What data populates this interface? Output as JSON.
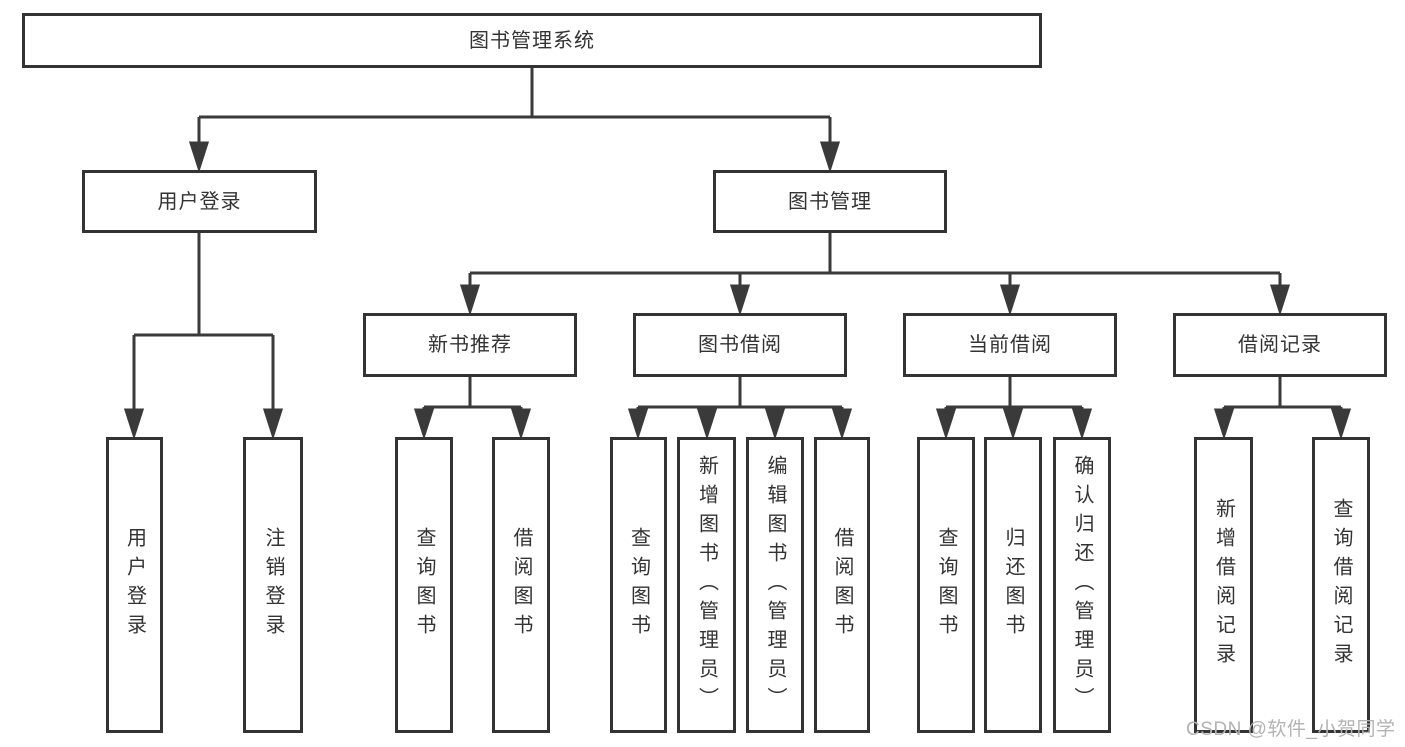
{
  "tree": {
    "root": {
      "label": "图书管理系统"
    },
    "branches": [
      {
        "label": "用户登录",
        "children": [
          {
            "label": "用户登录"
          },
          {
            "label": "注销登录"
          }
        ]
      },
      {
        "label": "图书管理",
        "children": [
          {
            "label": "新书推荐",
            "children": [
              {
                "label": "查询图书"
              },
              {
                "label": "借阅图书"
              }
            ]
          },
          {
            "label": "图书借阅",
            "children": [
              {
                "label": "查询图书"
              },
              {
                "label": "新增图书（管理员）"
              },
              {
                "label": "编辑图书（管理员）"
              },
              {
                "label": "借阅图书"
              }
            ]
          },
          {
            "label": "当前借阅",
            "children": [
              {
                "label": "查询图书"
              },
              {
                "label": "归还图书"
              },
              {
                "label": "确认归还（管理员）"
              }
            ]
          },
          {
            "label": "借阅记录",
            "children": [
              {
                "label": "新增借阅记录"
              },
              {
                "label": "查询借阅记录"
              }
            ]
          }
        ]
      }
    ]
  },
  "watermark": {
    "text": "CSDN @软件_小贺同学"
  },
  "colors": {
    "line": "#3a3a3a",
    "box_border": "#333333",
    "text": "#333333",
    "watermark": "#b3b3b3",
    "background": "#ffffff"
  }
}
